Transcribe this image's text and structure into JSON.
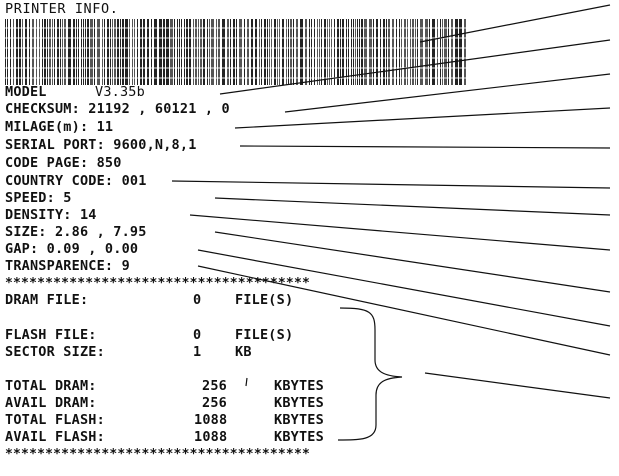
{
  "header": {
    "title": "PRINTER INFO."
  },
  "model": {
    "label": "MODEL",
    "version": "V3.35b"
  },
  "info_lines": [
    "CHECKSUM: 21192 , 60121 , 0",
    "MILAGE(m): 11",
    "SERIAL PORT: 9600,N,8,1",
    "CODE PAGE: 850",
    "COUNTRY CODE: 001",
    "SPEED: 5",
    "DENSITY: 14",
    "SIZE: 2.86 , 7.95",
    "GAP: 0.09 , 0.00",
    "TRANSPARENCE: 9"
  ],
  "separator": "**************************************",
  "files": {
    "dram": {
      "label": "DRAM FILE:",
      "count": "0",
      "unit": "FILE(S)"
    },
    "flash": {
      "label": "FLASH FILE:",
      "count": "0",
      "unit": "FILE(S)"
    },
    "sector": {
      "label": "SECTOR SIZE:",
      "count": "1",
      "unit": "KB"
    }
  },
  "memory": [
    {
      "label": "TOTAL DRAM:",
      "value": "256",
      "unit": "KBYTES"
    },
    {
      "label": "AVAIL DRAM:",
      "value": "256",
      "unit": "KBYTES"
    },
    {
      "label": "TOTAL FLASH:",
      "value": "1088",
      "unit": "KBYTES"
    },
    {
      "label": "AVAIL FLASH:",
      "value": "1088",
      "unit": "KBYTES"
    }
  ],
  "colors": {
    "ink": "#111111",
    "paper": "#ffffff"
  }
}
